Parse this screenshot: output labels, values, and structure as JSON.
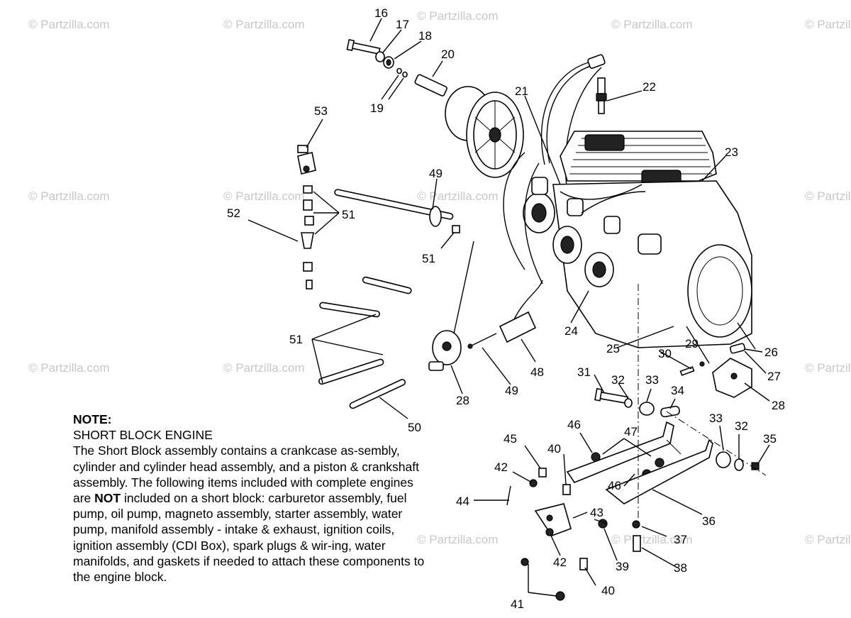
{
  "watermarks": [
    "© Partzilla.com",
    "© Partzilla.com",
    "© Partzilla.com",
    "© Partzilla.com",
    "© Partzilla.com",
    "© Partzilla.com",
    "© Partzilla.com",
    "© Partzilla.com",
    "© Partzilla.com",
    "© Partzilla.com",
    "© Partzilla.com",
    "© Partzilla.com",
    "© Partzilla.com",
    "© Partzilla.com",
    "© Partzilla.com"
  ],
  "callouts": [
    "16",
    "17",
    "18",
    "19",
    "20",
    "21",
    "22",
    "23",
    "24",
    "25",
    "26",
    "27",
    "28",
    "28",
    "29",
    "30",
    "31",
    "32",
    "32",
    "33",
    "33",
    "34",
    "35",
    "36",
    "37",
    "38",
    "39",
    "40",
    "40",
    "41",
    "42",
    "42",
    "43",
    "44",
    "45",
    "46",
    "46",
    "47",
    "48",
    "49",
    "49",
    "50",
    "51",
    "51",
    "51",
    "52",
    "53"
  ],
  "note": {
    "heading": "NOTE:",
    "subheading": "SHORT BLOCK ENGINE",
    "body_start": "The Short Block assembly contains a crankcase as-sembly, cylinder and cylinder head assembly, and a piston & crankshaft assembly.  The following items included with complete engines are ",
    "body_emphasis": "NOT",
    "body_end": " included on a short block:  carburetor assembly, fuel pump, oil pump, magneto assembly, starter assembly, water pump, manifold assembly - intake & exhaust, ignition coils, ignition assembly (CDI Box), spark plugs & wir-ing, water manifolds, and gaskets if needed to attach these components to the engine block."
  }
}
